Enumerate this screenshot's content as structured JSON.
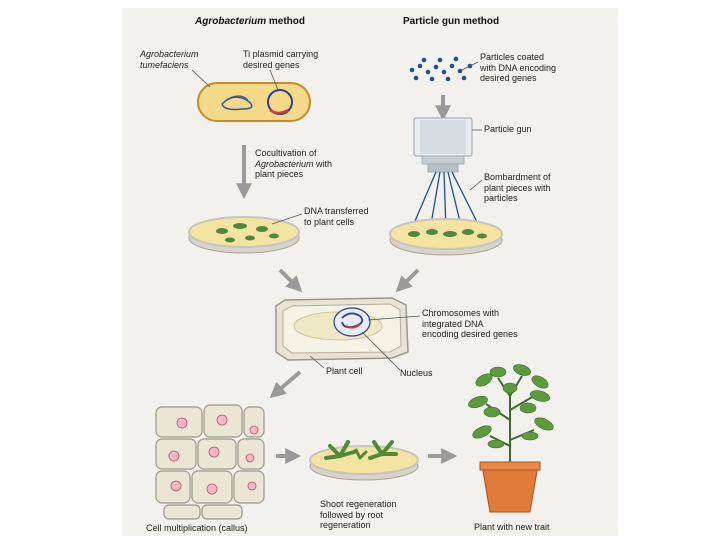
{
  "titles": {
    "agro_prefix": "Agrobacterium",
    "agro_suffix": " method",
    "gun": "Particle gun method"
  },
  "labels": {
    "agro_name": "Agrobacterium\ntumefaciens",
    "ti_plasmid": "Ti plasmid carrying\ndesired genes",
    "particles": "Particles coated\nwith DNA encoding\ndesired genes",
    "particle_gun": "Particle gun",
    "cocult_line1": "Cocultivation of",
    "cocult_line2_italic": "Agrobacterium",
    "cocult_line2_rest": " with",
    "cocult_line3": "plant pieces",
    "bombardment": "Bombardment of\nplant pieces with\nparticles",
    "dna_transferred": "DNA transferred\nto plant cells",
    "chromosomes": "Chromosomes with\nintegrated DNA\nencoding desired genes",
    "plant_cell": "Plant cell",
    "nucleus": "Nucleus",
    "callus": "Cell multiplication (callus)",
    "shoot": "Shoot regeneration\nfollowed by root\nregeneration",
    "plant_trait": "Plant with new trait"
  },
  "colors": {
    "dish_fill": "#f5e3a1",
    "dish_rim": "#c9c5bd",
    "leaf_green": "#4f8a3a",
    "particle_blue": "#1f4f8f",
    "arrow_gray": "#9a9a9a",
    "nucleus_blue": "#2b3f8c",
    "pot_orange": "#e07b3a"
  }
}
